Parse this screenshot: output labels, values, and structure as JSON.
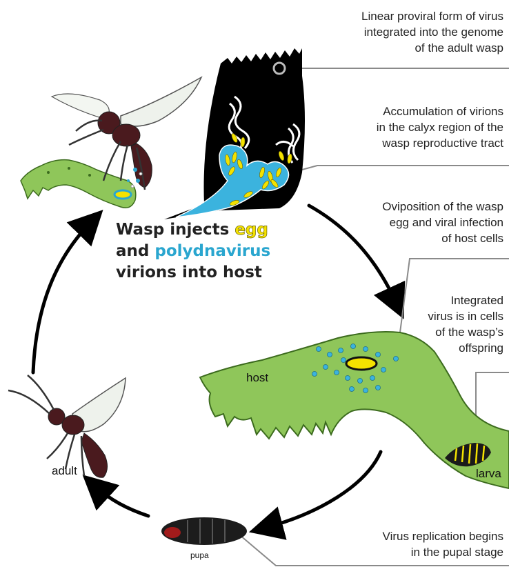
{
  "title": {
    "line1_prefix": "Wasp injects ",
    "line1_egg": "egg",
    "line2_prefix": "and ",
    "line2_virus": "polydnavirus",
    "line3": "virions into host"
  },
  "annotations": {
    "provirus": [
      "Linear proviral form of virus",
      "integrated into the genome",
      "of the adult wasp"
    ],
    "calyx": [
      "Accumulation of virions",
      "in the calyx region of the",
      "wasp reproductive tract"
    ],
    "oviposition": [
      "Oviposition of the wasp",
      "egg and viral infection",
      "of host cells"
    ],
    "integrated": [
      "Integrated",
      "virus is in cells",
      "of the wasp’s",
      "offspring"
    ],
    "replication": [
      "Virus replication begins",
      "in the pupal stage"
    ]
  },
  "labels": {
    "host": "host",
    "larva": "larva",
    "adult": "adult",
    "pupa": "pupa"
  },
  "colors": {
    "host_green": "#8fc65a",
    "virus_blue": "#2aa6cf",
    "egg_yellow": "#f4e200",
    "wasp_body": "#4a1a1e",
    "leader_gray": "#8a8a8a"
  }
}
